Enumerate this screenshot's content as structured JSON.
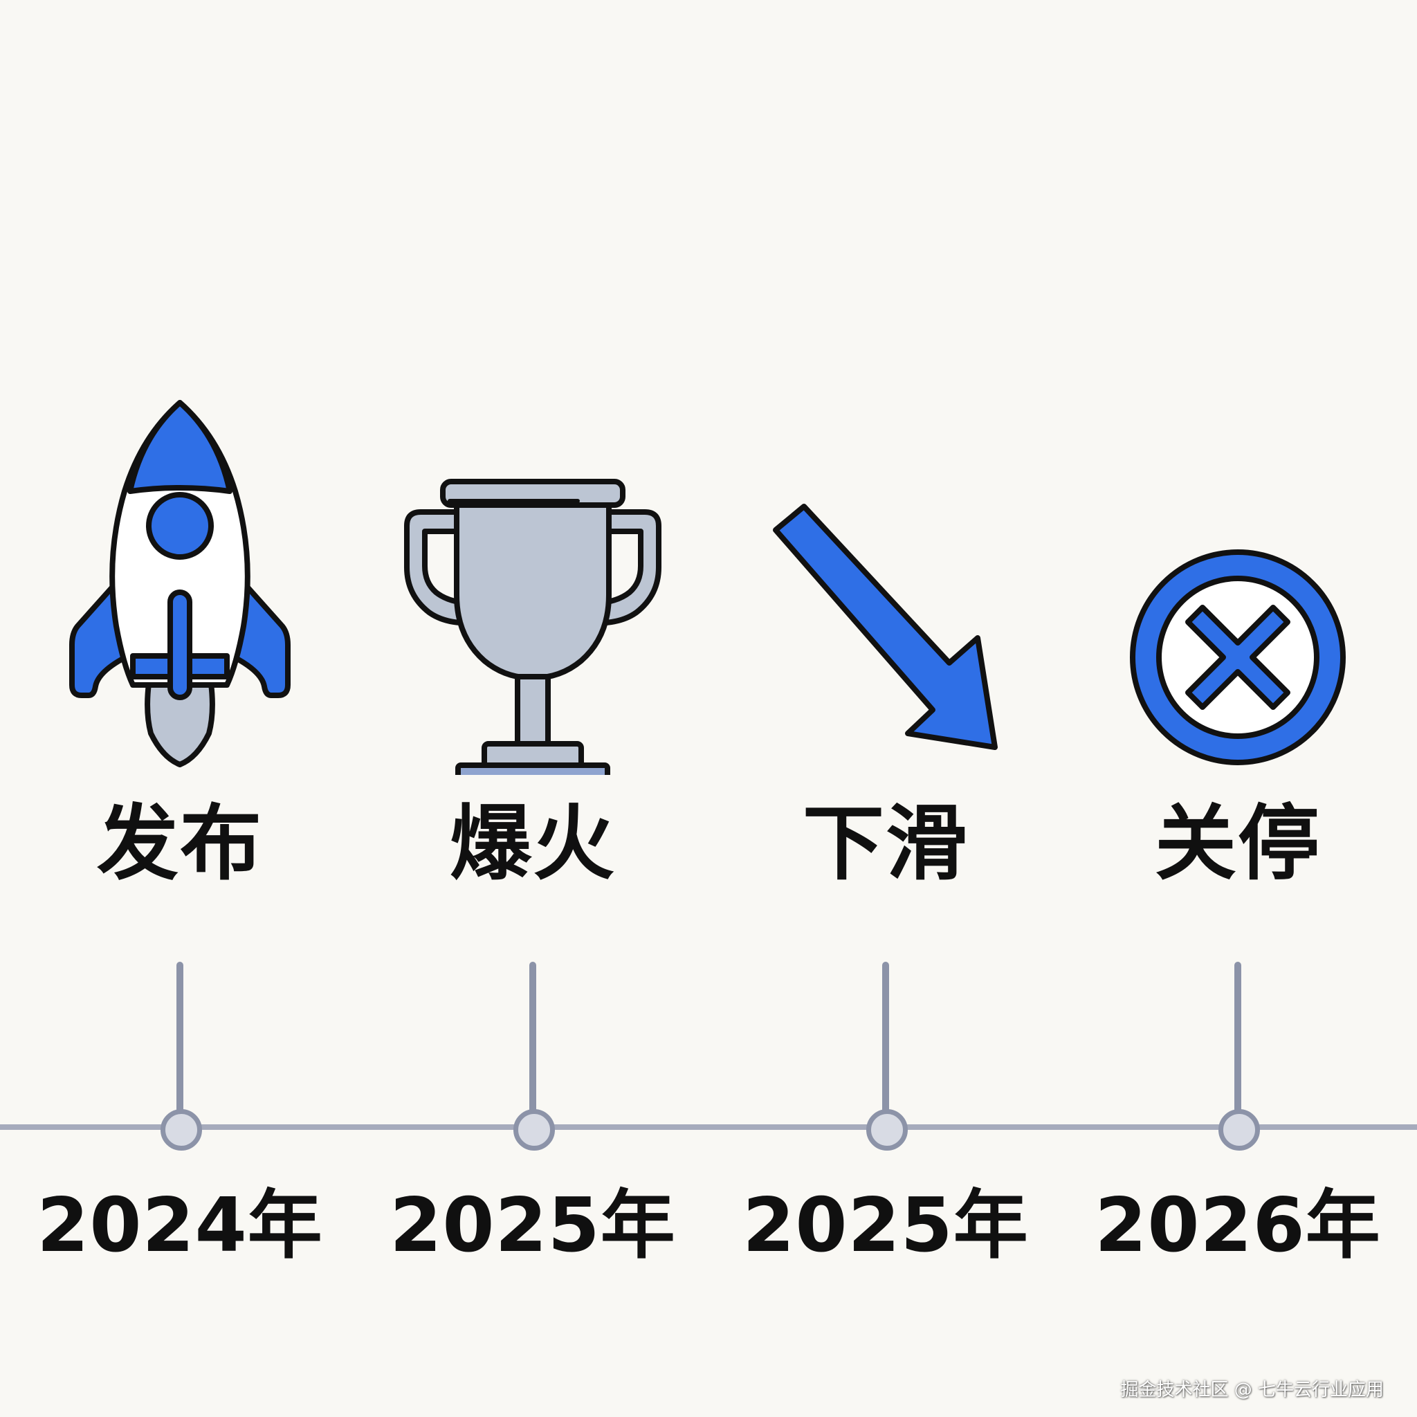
{
  "colors": {
    "background": "#f9f8f4",
    "accent_blue": "#2f6fe6",
    "trophy_gray": "#bcc5d3",
    "timeline_gray": "#a6abbc",
    "text": "#101010"
  },
  "milestones": [
    {
      "icon": "rocket-icon",
      "label": "发布",
      "year": "2024年"
    },
    {
      "icon": "trophy-icon",
      "label": "爆火",
      "year": "2025年"
    },
    {
      "icon": "arrow-down-right-icon",
      "label": "下滑",
      "year": "2025年"
    },
    {
      "icon": "close-circle-icon",
      "label": "关停",
      "year": "2026年"
    }
  ],
  "watermark": "掘金技术社区 @ 七牛云行业应用"
}
